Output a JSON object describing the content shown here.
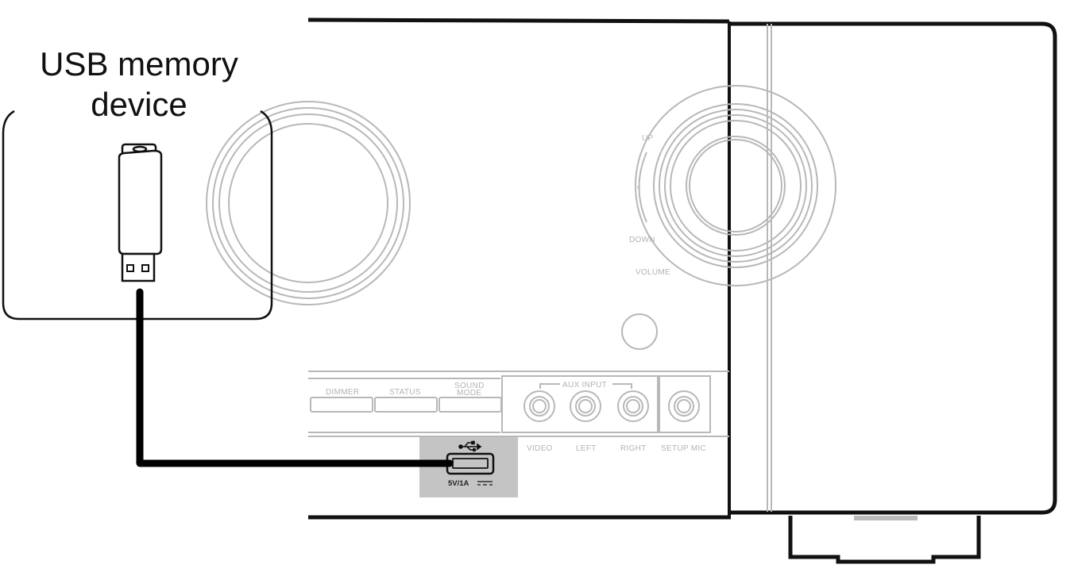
{
  "device_label": {
    "line1": "USB memory",
    "line2": "device"
  },
  "front_panel": {
    "volume_knob": {
      "label": "VOLUME",
      "up_label": "UP",
      "down_label": "DOWN"
    },
    "buttons": [
      {
        "label": "DIMMER"
      },
      {
        "label": "STATUS"
      },
      {
        "label_line1": "SOUND",
        "label_line2": "MODE"
      }
    ],
    "aux_input": {
      "group_label": "AUX INPUT",
      "jacks": [
        "VIDEO",
        "LEFT",
        "RIGHT"
      ]
    },
    "setup_mic_label": "SETUP MIC",
    "usb_port": {
      "rating": "5V/1A",
      "icon": "usb-trident-icon"
    }
  },
  "colors": {
    "outline": "#111111",
    "panel_gray": "#b8b8b8",
    "usb_highlight": "#c4c4c4",
    "cable": "#000000"
  }
}
